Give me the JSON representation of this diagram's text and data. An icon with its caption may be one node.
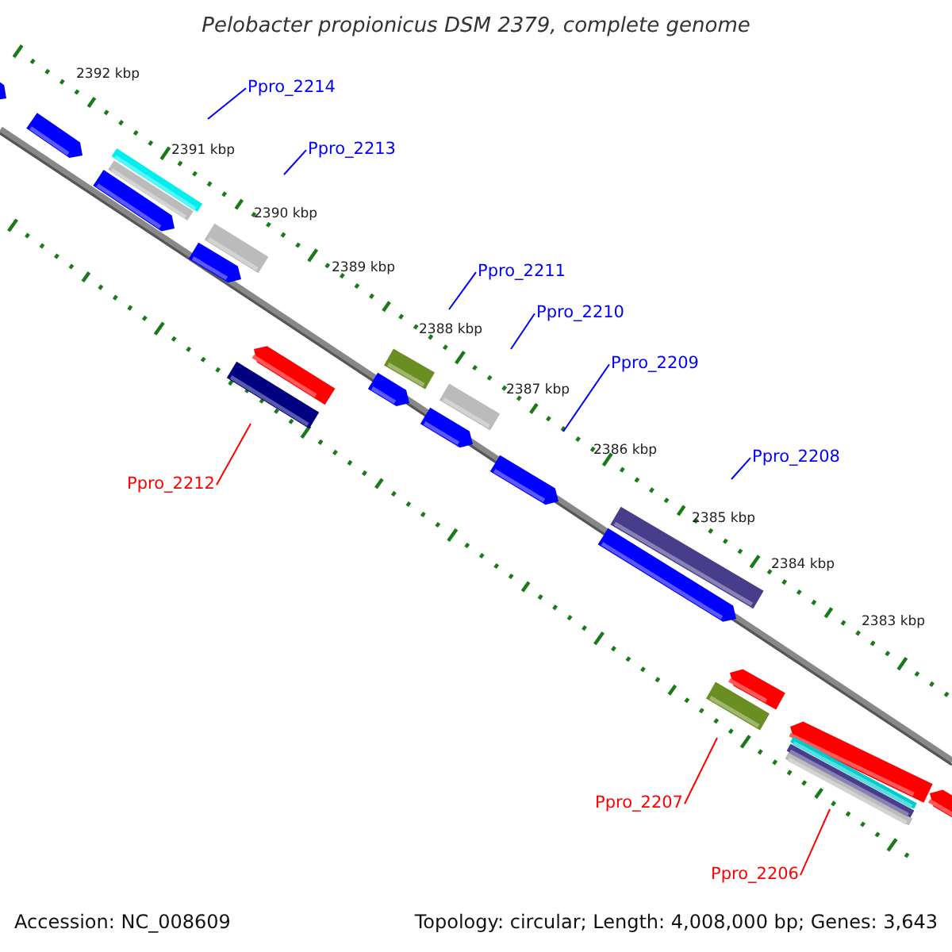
{
  "diagram": {
    "title": "Pelobacter propionicus DSM 2379, complete genome",
    "nodes": [
      {
        "text": [
          "Ppro_2214"
        ]
      },
      {
        "text": [
          "Ppro_2213"
        ]
      },
      {
        "text": [
          "Ppro_2211"
        ]
      },
      {
        "text": [
          "Ppro_2210"
        ]
      },
      {
        "text": [
          "Ppro_2209"
        ]
      },
      {
        "text": [
          "Ppro_2208"
        ]
      },
      {
        "text": [
          "Ppro_2212"
        ]
      },
      {
        "text": [
          "Ppro_2207"
        ]
      },
      {
        "text": [
          "Ppro_2206"
        ]
      }
    ],
    "edges": [
      {
        "from": 0,
        "to": null,
        "arrow": "none"
      },
      {
        "from": 1,
        "to": null,
        "arrow": "none"
      },
      {
        "from": 2,
        "to": null,
        "arrow": "none"
      },
      {
        "from": 3,
        "to": null,
        "arrow": "none"
      },
      {
        "from": 4,
        "to": null,
        "arrow": "none"
      },
      {
        "from": 5,
        "to": null,
        "arrow": "none"
      },
      {
        "from": 6,
        "to": null,
        "arrow": "none",
        "color": "#ff0000"
      },
      {
        "from": 7,
        "to": null,
        "arrow": "none",
        "color": "#ff0000"
      },
      {
        "from": 8,
        "to": null,
        "arrow": "none",
        "color": "#ff0000"
      }
    ],
    "labels": [
      "2392 kbp",
      "2391 kbp",
      "2390 kbp",
      "2389 kbp",
      "2388 kbp",
      "2387 kbp",
      "2386 kbp",
      "2385 kbp",
      "2384 kbp",
      "2383 kbp",
      "Accession: NC_008609",
      "Topology: circular; Length: 4,008,000 bp; Genes: 3,643"
    ]
  }
}
